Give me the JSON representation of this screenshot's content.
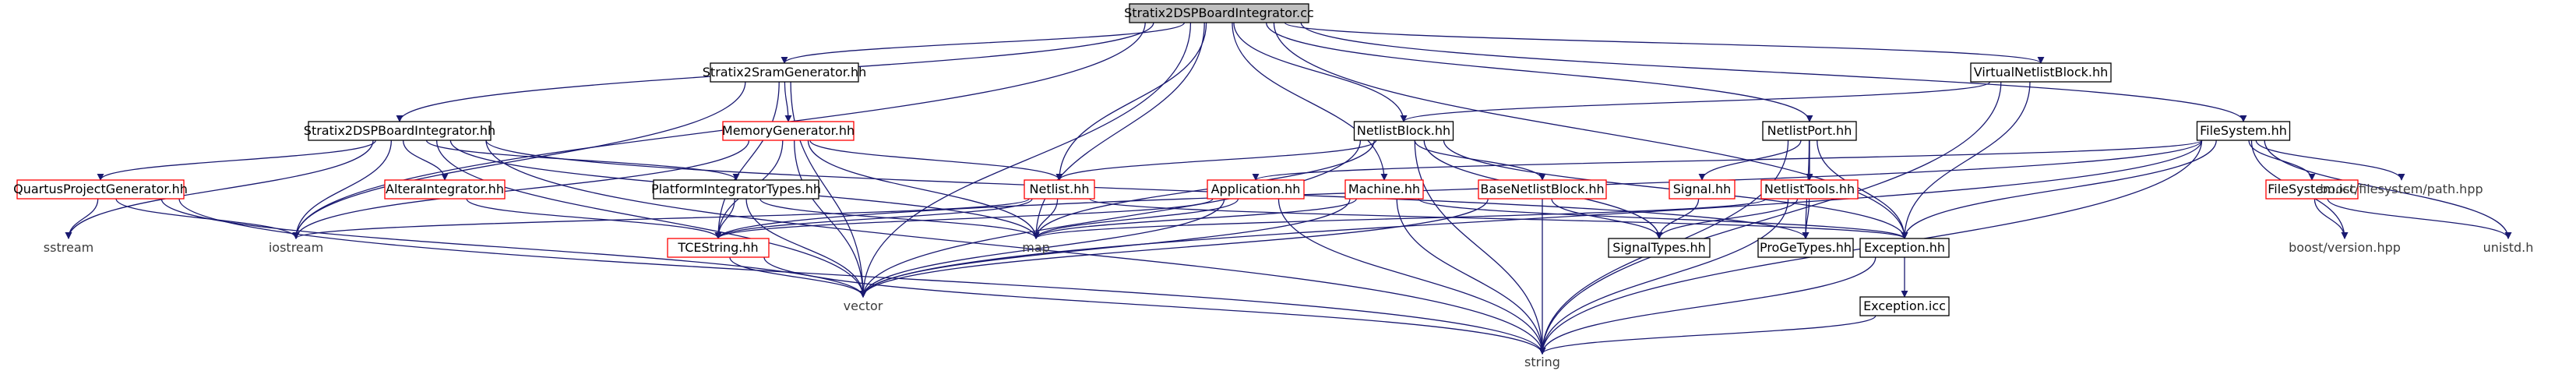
{
  "graph": {
    "colors": {
      "edge": "#191970",
      "root_fill": "#bfbfbf",
      "box_border": "#000000",
      "truncated_border": "#ff0000",
      "system_header_text": "#3c3c3c"
    },
    "nodes": [
      {
        "id": "root",
        "label": "Stratix2DSPBoardIntegrator.cc",
        "style": "root"
      },
      {
        "id": "sramgen",
        "label": "Stratix2SramGenerator.hh",
        "style": "black"
      },
      {
        "id": "vnb",
        "label": "VirtualNetlistBlock.hh",
        "style": "black"
      },
      {
        "id": "s2int",
        "label": "Stratix2DSPBoardIntegrator.hh",
        "style": "black"
      },
      {
        "id": "memgen",
        "label": "MemoryGenerator.hh",
        "style": "red"
      },
      {
        "id": "nlblock",
        "label": "NetlistBlock.hh",
        "style": "black"
      },
      {
        "id": "nlport",
        "label": "NetlistPort.hh",
        "style": "black"
      },
      {
        "id": "fs",
        "label": "FileSystem.hh",
        "style": "black"
      },
      {
        "id": "quartus",
        "label": "QuartusProjectGenerator.hh",
        "style": "red"
      },
      {
        "id": "altera",
        "label": "AlteraIntegrator.hh",
        "style": "red"
      },
      {
        "id": "platform",
        "label": "PlatformIntegratorTypes.hh",
        "style": "black"
      },
      {
        "id": "netlist",
        "label": "Netlist.hh",
        "style": "red"
      },
      {
        "id": "app",
        "label": "Application.hh",
        "style": "red"
      },
      {
        "id": "machine",
        "label": "Machine.hh",
        "style": "red"
      },
      {
        "id": "basenb",
        "label": "BaseNetlistBlock.hh",
        "style": "red"
      },
      {
        "id": "signal",
        "label": "Signal.hh",
        "style": "red"
      },
      {
        "id": "nltools",
        "label": "NetlistTools.hh",
        "style": "red"
      },
      {
        "id": "fsicc",
        "label": "FileSystem.icc",
        "style": "red"
      },
      {
        "id": "boostfs",
        "label": "boost/filesystem/path.hpp",
        "style": "plain"
      },
      {
        "id": "sstream",
        "label": "sstream",
        "style": "plain"
      },
      {
        "id": "iostream",
        "label": "iostream",
        "style": "plain"
      },
      {
        "id": "tcestring",
        "label": "TCEString.hh",
        "style": "red"
      },
      {
        "id": "map",
        "label": "map",
        "style": "plain"
      },
      {
        "id": "signaltypes",
        "label": "SignalTypes.hh",
        "style": "black"
      },
      {
        "id": "exception",
        "label": "Exception.hh",
        "style": "black"
      },
      {
        "id": "progetypes",
        "label": "ProGeTypes.hh",
        "style": "black"
      },
      {
        "id": "boostver",
        "label": "boost/version.hpp",
        "style": "plain"
      },
      {
        "id": "unistd",
        "label": "unistd.h",
        "style": "plain"
      },
      {
        "id": "vector",
        "label": "vector",
        "style": "plain"
      },
      {
        "id": "exceptionicc",
        "label": "Exception.icc",
        "style": "black"
      },
      {
        "id": "string",
        "label": "string",
        "style": "plain"
      }
    ],
    "edges": [
      [
        "root",
        "sramgen"
      ],
      [
        "root",
        "vnb"
      ],
      [
        "root",
        "s2int"
      ],
      [
        "root",
        "nlblock"
      ],
      [
        "root",
        "nlport"
      ],
      [
        "root",
        "fs"
      ],
      [
        "root",
        "netlist"
      ],
      [
        "root",
        "machine"
      ],
      [
        "root",
        "exception"
      ],
      [
        "root",
        "iostream"
      ],
      [
        "root",
        "map"
      ],
      [
        "root",
        "vector"
      ],
      [
        "sramgen",
        "memgen"
      ],
      [
        "sramgen",
        "tcestring"
      ],
      [
        "sramgen",
        "iostream"
      ],
      [
        "sramgen",
        "vector"
      ],
      [
        "vnb",
        "nlblock"
      ],
      [
        "vnb",
        "exception"
      ],
      [
        "vnb",
        "string"
      ],
      [
        "s2int",
        "quartus"
      ],
      [
        "s2int",
        "altera"
      ],
      [
        "s2int",
        "platform"
      ],
      [
        "s2int",
        "progetypes"
      ],
      [
        "s2int",
        "iostream"
      ],
      [
        "s2int",
        "sstream"
      ],
      [
        "s2int",
        "map"
      ],
      [
        "s2int",
        "vector"
      ],
      [
        "s2int",
        "string"
      ],
      [
        "memgen",
        "netlist"
      ],
      [
        "memgen",
        "tcestring"
      ],
      [
        "memgen",
        "iostream"
      ],
      [
        "memgen",
        "map"
      ],
      [
        "memgen",
        "vector"
      ],
      [
        "nlblock",
        "basenb"
      ],
      [
        "nlblock",
        "netlist"
      ],
      [
        "nlblock",
        "exception"
      ],
      [
        "nlblock",
        "signaltypes"
      ],
      [
        "nlblock",
        "map"
      ],
      [
        "nlblock",
        "vector"
      ],
      [
        "nlblock",
        "string"
      ],
      [
        "nlport",
        "signal"
      ],
      [
        "nlport",
        "nltools"
      ],
      [
        "nlport",
        "exception"
      ],
      [
        "nlport",
        "progetypes"
      ],
      [
        "nlport",
        "string"
      ],
      [
        "fs",
        "app"
      ],
      [
        "fs",
        "fsicc"
      ],
      [
        "fs",
        "boostfs"
      ],
      [
        "fs",
        "boostver"
      ],
      [
        "fs",
        "unistd"
      ],
      [
        "fs",
        "exception"
      ],
      [
        "fs",
        "tcestring"
      ],
      [
        "fs",
        "vector"
      ],
      [
        "fs",
        "string"
      ],
      [
        "quartus",
        "sstream"
      ],
      [
        "quartus",
        "iostream"
      ],
      [
        "quartus",
        "vector"
      ],
      [
        "quartus",
        "string"
      ],
      [
        "altera",
        "tcestring"
      ],
      [
        "platform",
        "tcestring"
      ],
      [
        "platform",
        "map"
      ],
      [
        "platform",
        "vector"
      ],
      [
        "netlist",
        "tcestring"
      ],
      [
        "netlist",
        "exception"
      ],
      [
        "netlist",
        "map"
      ],
      [
        "netlist",
        "iostream"
      ],
      [
        "app",
        "tcestring"
      ],
      [
        "app",
        "map"
      ],
      [
        "app",
        "vector"
      ],
      [
        "app",
        "string"
      ],
      [
        "machine",
        "exception"
      ],
      [
        "machine",
        "map"
      ],
      [
        "machine",
        "vector"
      ],
      [
        "machine",
        "string"
      ],
      [
        "basenb",
        "signaltypes"
      ],
      [
        "basenb",
        "vector"
      ],
      [
        "basenb",
        "string"
      ],
      [
        "signal",
        "signaltypes"
      ],
      [
        "nltools",
        "signaltypes"
      ],
      [
        "nltools",
        "progetypes"
      ],
      [
        "nltools",
        "map"
      ],
      [
        "nltools",
        "string"
      ],
      [
        "fsicc",
        "boostver"
      ],
      [
        "fsicc",
        "unistd"
      ],
      [
        "tcestring",
        "vector"
      ],
      [
        "tcestring",
        "string"
      ],
      [
        "exception",
        "exceptionicc"
      ],
      [
        "exception",
        "string"
      ],
      [
        "exceptionicc",
        "string"
      ]
    ]
  }
}
